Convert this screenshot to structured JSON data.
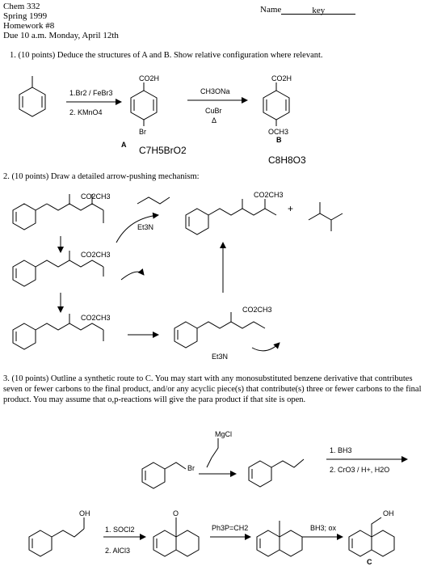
{
  "header": {
    "course": "Chem 332",
    "term": "Spring 1999",
    "homework": "Homework #8",
    "due": "Due 10 a.m. Monday, April 12th",
    "name_label": "Name",
    "name_value": "key"
  },
  "q1": {
    "prompt": "1.  (10 points) Deduce the structures of A and B.  Show relative configuration where relevant.",
    "step1_line1": "1.Br2 / FeBr3",
    "step1_line2": "2. KMnO4",
    "step2_line1": "CH3ONa",
    "step2_line2": "CuBr",
    "step2_line3": "Δ",
    "a_label": "A",
    "a_formula": "C7H5BrO2",
    "b_label": "B",
    "b_formula": "C8H8O3",
    "a_sub_top": "CO2H",
    "a_sub_bottom": "Br",
    "b_sub_top": "CO2H",
    "b_sub_bottom": "OCH3"
  },
  "q2": {
    "prompt": "2.  (10 points) Draw a detailed arrow-pushing mechanism:",
    "ester_label": "CO2CH3",
    "base_label": "Et3N",
    "plus": "+"
  },
  "q3": {
    "prompt": "3.  (10 points)  Outline a synthetic route to C.  You may start with any monosubstituted benzene derivative that contributes seven or fewer carbons to the final product, and/or any acyclic piece(s) that contribute(s) three or fewer carbons to the final product. You may assume that o,p-reactions will give the para product if that site is open.",
    "grignard_label": "MgCl",
    "br_label": "Br",
    "step_hb_1": "1. BH3",
    "step_hb_2": "2. CrO3 / H+, H2O",
    "step_fc_1": "1. SOCl2",
    "step_fc_2": "2. AlCl3",
    "wittig": "Ph3P=CH2",
    "hydroboration": "BH3; ox",
    "c_label": "C",
    "oh_label": "OH",
    "o_label": "O"
  }
}
